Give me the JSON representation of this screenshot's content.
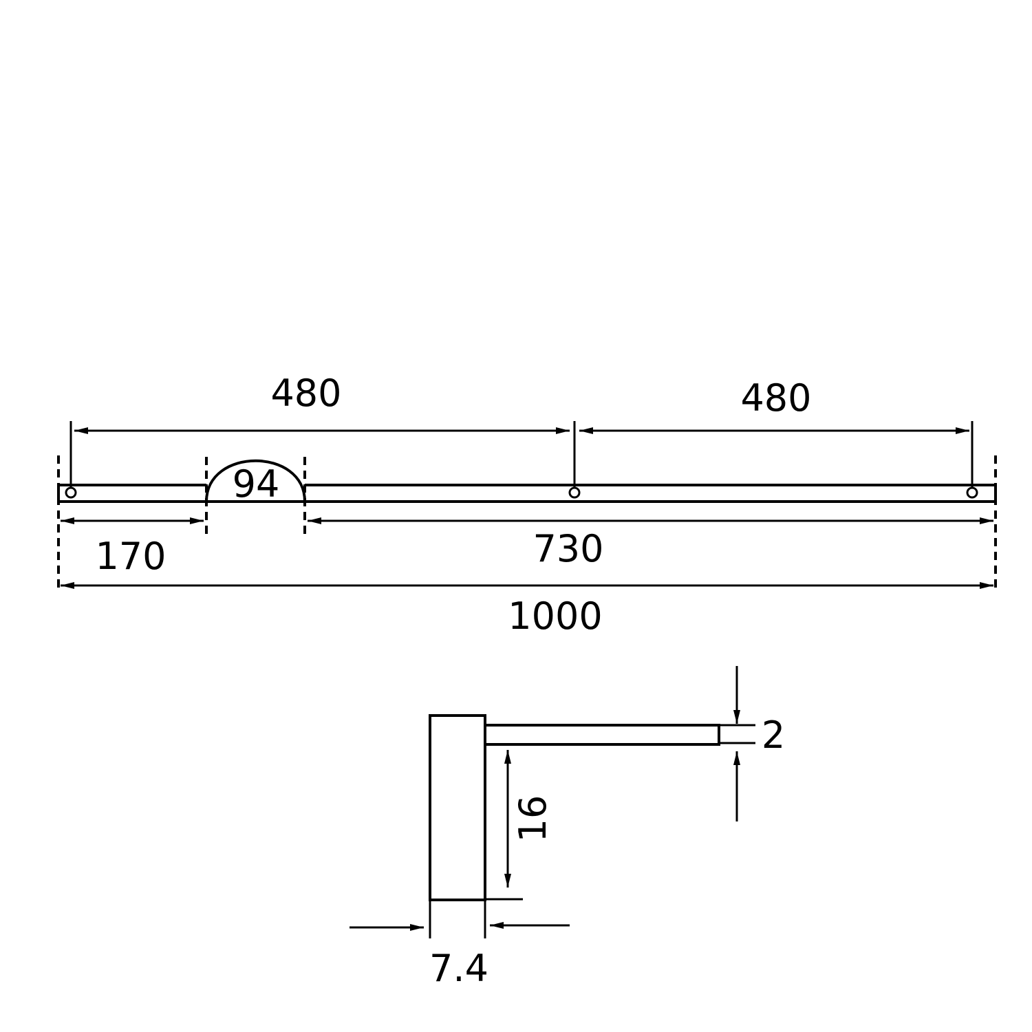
{
  "title": "Bar dimension drawing",
  "colors": {
    "stroke": "#000000",
    "background": "#ffffff"
  },
  "top_view": {
    "dims": {
      "hole_spacing_left": "480",
      "hole_spacing_right": "480",
      "arc_width": "94",
      "left_offset": "170",
      "right_section": "730",
      "total_length": "1000"
    }
  },
  "section_view": {
    "dims": {
      "plate_thickness": "2",
      "arm_height": "16",
      "base_width": "7.4"
    }
  }
}
